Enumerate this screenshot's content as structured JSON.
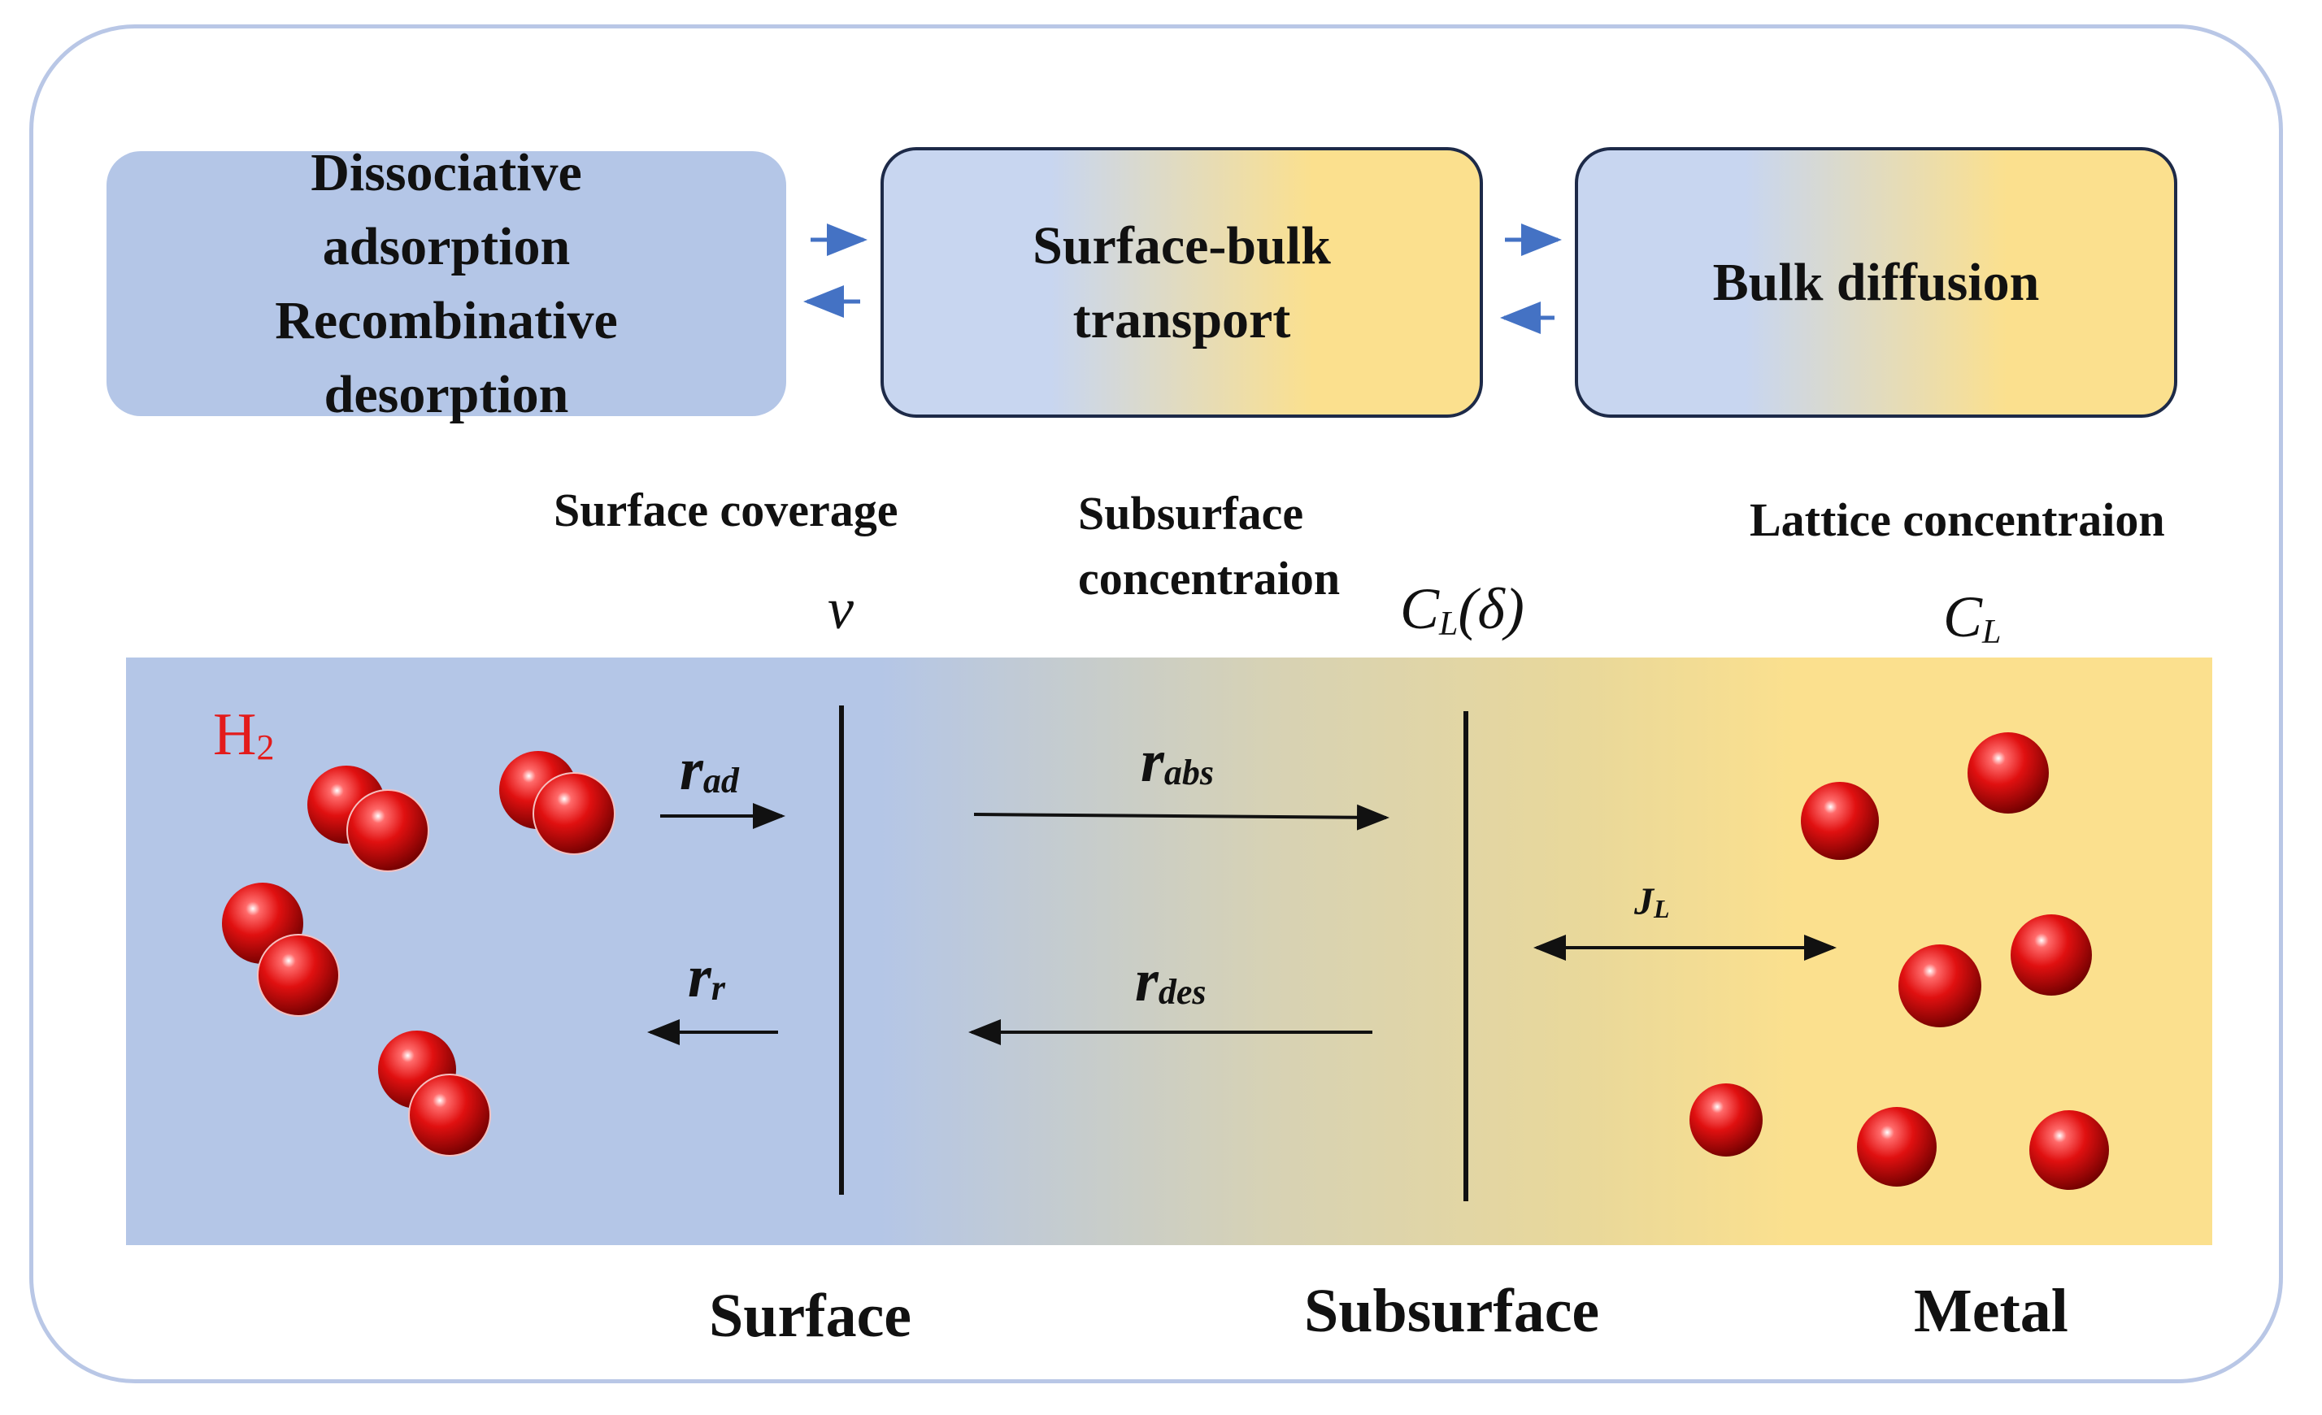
{
  "process_boxes": {
    "adsorption": {
      "line1": "Dissociative",
      "line2": "adsorption",
      "line3": "Recombinative",
      "line4": "desorption"
    },
    "surface_bulk": {
      "line1": "Surface-bulk",
      "line2": "transport"
    },
    "bulk_diffusion": {
      "label": "Bulk diffusion"
    }
  },
  "labels": {
    "surface_coverage": "Surface coverage",
    "subsurface_concentration_line1": "Subsurface",
    "subsurface_concentration_line2": "concentraion",
    "lattice_concentration": "Lattice concentraion"
  },
  "symbols": {
    "coverage": "v",
    "subsurface": {
      "base": "C",
      "sub": "L",
      "tail": "(δ)"
    },
    "lattice": {
      "base": "C",
      "sub": "L"
    }
  },
  "rates": {
    "adsorption": {
      "base": "r",
      "sub": "ad"
    },
    "recombination": {
      "base": "r",
      "sub": "r"
    },
    "absorption": {
      "base": "r",
      "sub": "abs"
    },
    "desorption": {
      "base": "r",
      "sub": "des"
    },
    "flux": {
      "base": "J",
      "sub": "L"
    }
  },
  "molecule_label": {
    "base": "H",
    "sub": "2"
  },
  "regions": {
    "surface": "Surface",
    "subsurface": "Subsurface",
    "metal": "Metal"
  },
  "colors": {
    "blue_region": "#b4c6e7",
    "yellow_region": "#fbe08e",
    "atom": "#e01010",
    "small_arrows": "#4472c4",
    "h2_label": "#e31b1b"
  }
}
